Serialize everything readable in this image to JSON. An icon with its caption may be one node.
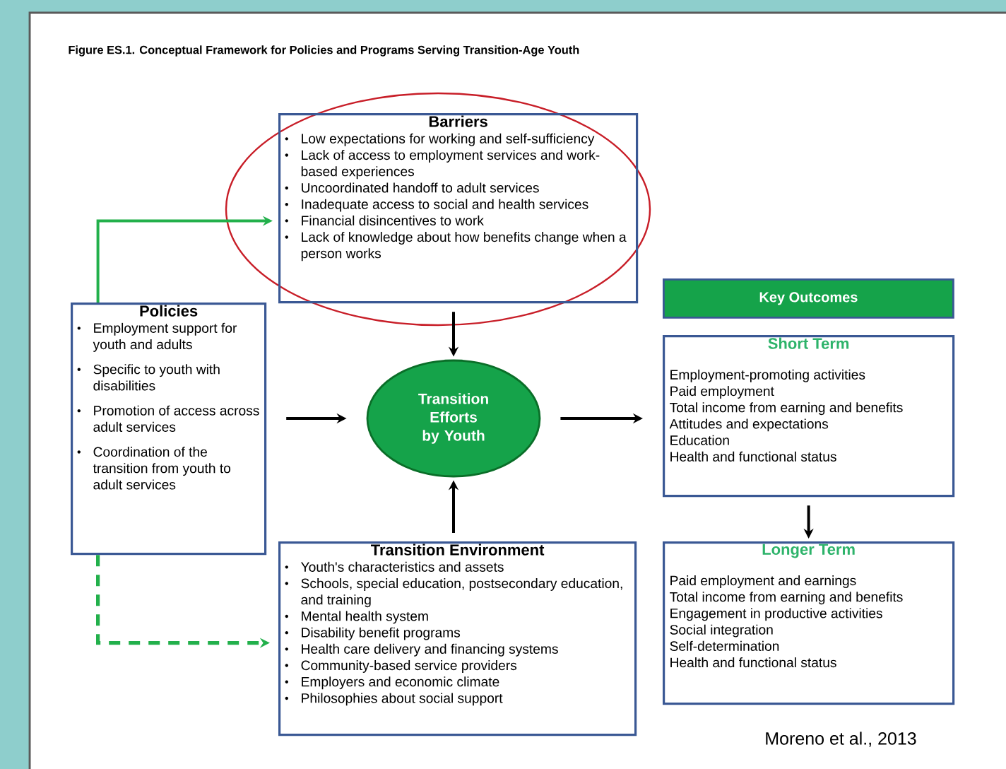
{
  "diagram": {
    "title": "Figure ES.1. Conceptual Framework for Policies and Programs Serving Transition-Age Youth",
    "nodes": [
      {
        "text": [
          "Barriers",
          "Low expectations for working and self-sufficiency",
          "Lack of access to employment services and work- based experiences",
          "Uncoordinated handoff to adult services",
          "Inadequate access to social and health services",
          "Financial disincentives to work",
          "Lack of knowledge about how benefits change when a person works"
        ]
      },
      {
        "text": [
          "Policies",
          "Employment support for youth and adults",
          "Specific to youth with disabilities",
          "Promotion of access across adult services",
          "Coordination of the transition from youth to adult services"
        ]
      },
      {
        "text": [
          "Transition Efforts by Youth"
        ]
      },
      {
        "text": [
          "Key Outcomes"
        ]
      },
      {
        "text": [
          "Short Term",
          "Employment-promoting activities",
          "Paid employment",
          "Total income from earning and benefits",
          "Attitudes and expectations",
          "Education",
          "Health and functional status"
        ]
      },
      {
        "text": [
          "Longer Term",
          "Paid employment and earnings",
          "Total income from earning and benefits",
          "Engagement in productive activities",
          "Social integration",
          "Self-determination",
          "Health and functional status"
        ]
      },
      {
        "text": [
          "Transition Environment",
          "Youth's characteristics and assets",
          "Schools, special education, postsecondary education, and training",
          "Mental health system",
          "Disability benefit programs",
          "Health care delivery and financing systems",
          "Community-based service providers",
          "Employers and economic climate",
          "Philosophies about social support"
        ]
      }
    ],
    "edges": [
      {
        "from": 1,
        "to": 0,
        "arrow": "to",
        "color": "#22b04b"
      },
      {
        "from": 1,
        "to": 6,
        "arrow": "to",
        "style": "dashed",
        "color": "#22b04b"
      },
      {
        "from": 1,
        "to": 2,
        "arrow": "to"
      },
      {
        "from": 0,
        "to": 2,
        "arrow": "to"
      },
      {
        "from": 6,
        "to": 2,
        "arrow": "to"
      },
      {
        "from": 2,
        "to": 4,
        "arrow": "to"
      },
      {
        "from": 4,
        "to": 5,
        "arrow": "to"
      }
    ],
    "labels": [
      "Moreno et al., 2013"
    ]
  }
}
